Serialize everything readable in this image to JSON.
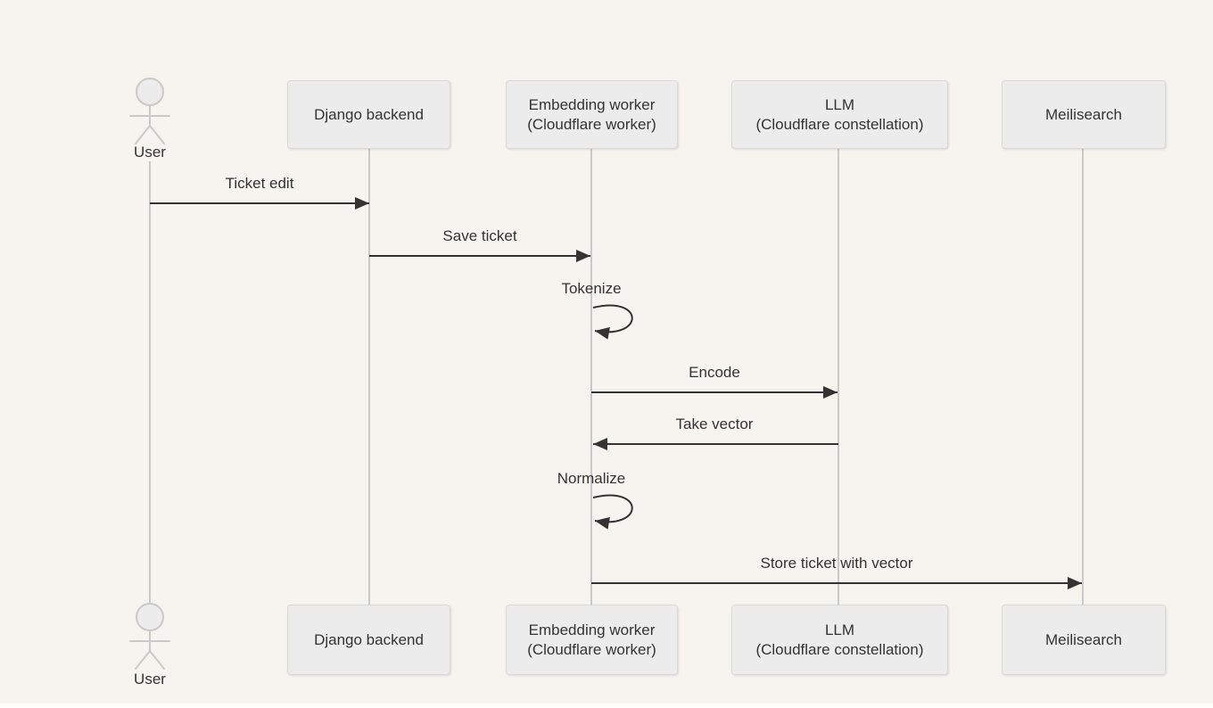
{
  "colors": {
    "page-bg": "#ffffff",
    "diagram-bg": "#f5f4ef",
    "box-fill": "#ececec",
    "box-border": "#d9d9d9",
    "lifeline": "#c9c9c9",
    "figure": "#c9c9c9",
    "arrow": "#333333",
    "text": "#333333"
  },
  "diagram": {
    "type": "sequence",
    "actors": [
      {
        "id": "user",
        "kind": "actor",
        "label": "User"
      },
      {
        "id": "django",
        "kind": "participant",
        "label": "Django backend"
      },
      {
        "id": "embedding-worker",
        "kind": "participant",
        "label": "Embedding worker",
        "label2": "(Cloudflare worker)"
      },
      {
        "id": "llm",
        "kind": "participant",
        "label": "LLM",
        "label2": "(Cloudflare constellation)"
      },
      {
        "id": "meilisearch",
        "kind": "participant",
        "label": "Meilisearch"
      }
    ],
    "messages": [
      {
        "from": "user",
        "to": "django",
        "label": "Ticket edit",
        "style": "solid-arrow"
      },
      {
        "from": "django",
        "to": "embedding-worker",
        "label": "Save ticket",
        "style": "solid-arrow"
      },
      {
        "from": "embedding-worker",
        "to": "embedding-worker",
        "label": "Tokenize",
        "style": "self-loop"
      },
      {
        "from": "embedding-worker",
        "to": "llm",
        "label": "Encode",
        "style": "solid-arrow"
      },
      {
        "from": "llm",
        "to": "embedding-worker",
        "label": "Take vector",
        "style": "solid-arrow"
      },
      {
        "from": "embedding-worker",
        "to": "embedding-worker",
        "label": "Normalize",
        "style": "self-loop"
      },
      {
        "from": "embedding-worker",
        "to": "meilisearch",
        "label": "Store ticket with vector",
        "style": "solid-arrow"
      }
    ]
  }
}
